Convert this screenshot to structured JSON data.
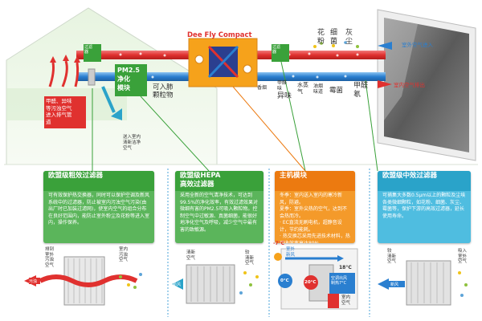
{
  "brand": "Dee Fly Compact",
  "labels": {
    "filter_left": "过滤\n器",
    "filter_right": "过滤\n器",
    "pm25_box": "PM2.5\n净化\n模块",
    "inhalable": "可入肺\n颗粒物",
    "smoke": "香烟",
    "peculiar": "异味",
    "formaldehyde_small": "甲醛\n味",
    "water_vapor": "水蒸\n气",
    "kitchen_smoke": "油烟\n味道",
    "pollen": "花\n粉",
    "bacteria": "细\n菌",
    "dust": "灰\n尘",
    "bacteria2": "霉菌",
    "formaldehyde": "甲醛\n氡",
    "outdoor_in": "室外空气进入",
    "indoor_out": "室内空气排出",
    "red_box": "甲醛、异味\n等污浊空气\n进入排气管\n道",
    "supply": "送入室内\n清新洁净\n空气"
  },
  "panels": [
    {
      "title": "欧盟级粗效过滤器",
      "body": "可有效保护热交换器，同时可以保护空调及新风系统中的过滤器，防止被室内污浊空气污染(由出厂时已加装过滤网)，使室内空气的组合分布在良好范围内，能防止室外粉尘及花粉等进入室内，操作保养。"
    },
    {
      "title": "欧盟级HEPA\n高效过滤器",
      "body": "采用全新的空气清净技术，可达到99.5%的净化效率，有效过滤效果对微细有害的PM2.5可吸入颗粒物。控制空气中过敏源、真菌细菌，能很好地净化空气及呼吸，减少空气中最有害的致敏源。"
    },
    {
      "title": "主机模块",
      "body": "冬季：室内送入室内的寒冷新风，防避。\n夏季：室外尖热的空气，达到不会热而冷。\n· EC直流无刷电机，超静音设计，节约能耗。\n· 热交换芯采用先进技术材料，热回收效率高达89%。"
    },
    {
      "title": "欧盟级中效过滤器",
      "body": "可捕集大多数0.5μm以上的颗粒及尘埃各类微细颗粒，如花粉、细菌、灰尘、霉菌等，保护下游的高效过滤器，延长使用寿命。"
    }
  ],
  "bottom": {
    "left_out": "排到\n室外\n污浊\n空气",
    "left_in": "室内\n污浊\n空气",
    "fresh1": "清新\n空气",
    "dirty1": "较\n清新\n空气",
    "fresh2": "较\n清新\n空气",
    "dirty2": "吸入\n室外\n空气",
    "main_temp1": "-7°C",
    "main_label1": "室外\n新风",
    "main_temp2": "0°C",
    "main_temp3": "20°C",
    "main_temp4": "18°C",
    "main_label2": "空调出风\n制热7°C",
    "main_label3": "室内\n空气",
    "fan1": "新风",
    "fan2": "新风",
    "pollution": "污浊"
  },
  "colors": {
    "green": "#3aa13a",
    "orange": "#ec7a10",
    "cyan": "#2aa3c9",
    "red_pipe": "#e0312f",
    "blue_pipe": "#2a7fd0"
  }
}
